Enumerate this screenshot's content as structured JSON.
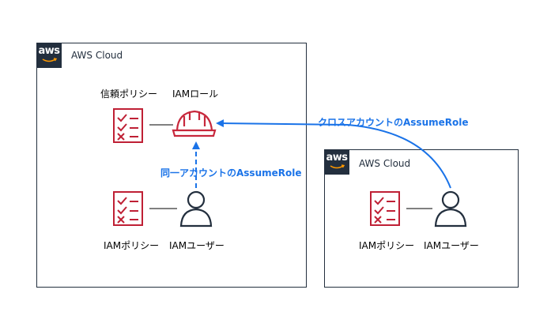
{
  "left_cloud": {
    "label": "AWS Cloud",
    "logo": "aws"
  },
  "right_cloud": {
    "label": "AWS Cloud",
    "logo": "aws"
  },
  "labels": {
    "trust_policy": "信頼ポリシー",
    "iam_role": "IAMロール",
    "iam_policy_left": "IAMポリシー",
    "iam_user_left": "IAMユーザー",
    "iam_policy_right": "IAMポリシー",
    "iam_user_right": "IAMユーザー"
  },
  "arrows": {
    "same_account": "同一アカウントのAssumeRole",
    "cross_account": "クロスアカウントのAssumeRole"
  },
  "colors": {
    "policy": "#bf2035",
    "role": "#c7283c",
    "arrow": "#1a73e8",
    "dark": "#232f3e"
  }
}
